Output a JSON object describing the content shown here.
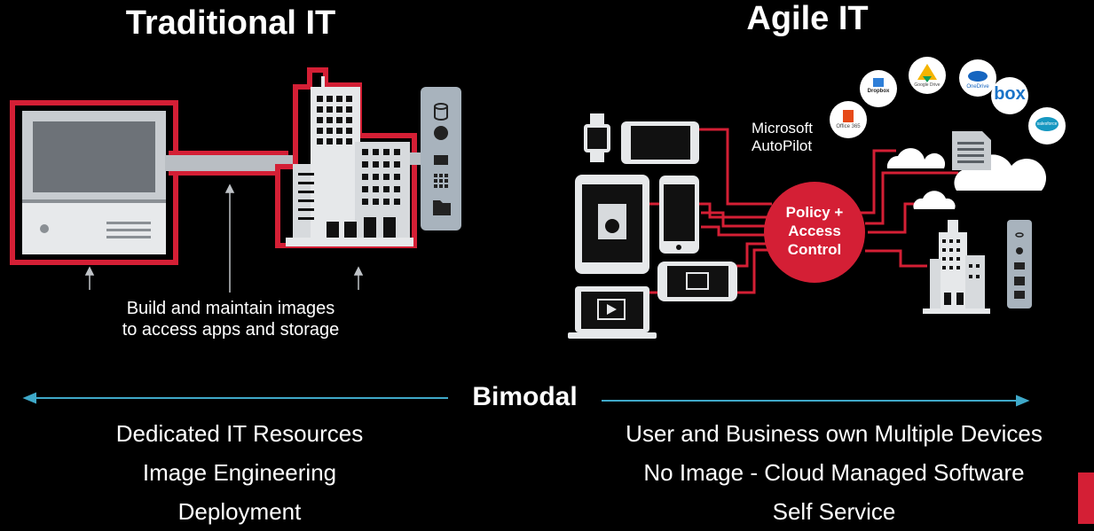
{
  "left": {
    "title": "Traditional IT",
    "caption_line1": "Build and maintain images",
    "caption_line2": "to access apps and storage",
    "items": [
      "Dedicated IT Resources",
      "Image Engineering",
      "Deployment"
    ]
  },
  "right": {
    "title": "Agile IT",
    "autopilot_line1": "Microsoft",
    "autopilot_line2": "AutoPilot",
    "policy_line1": "Policy +",
    "policy_line2": "Access",
    "policy_line3": "Control",
    "apps": {
      "dropbox": "Dropbox",
      "gdrive": "Google Drive",
      "onedrive": "OneDrive",
      "box": "box",
      "salesforce": "salesforce",
      "office": "Office 365"
    },
    "items": [
      "User and Business own Multiple Devices",
      "No Image - Cloud Managed Software",
      "Self Service"
    ]
  },
  "bimodal": "Bimodal",
  "colors": {
    "accent": "#d41f35",
    "arrow": "#3fa9c9",
    "panel": "#a8b3bd",
    "gray": "#bfc3c7"
  }
}
